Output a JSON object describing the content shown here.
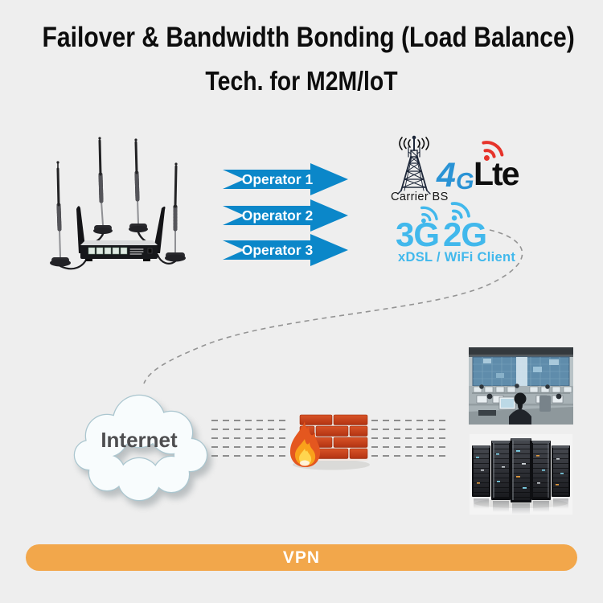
{
  "title": {
    "line1": "Failover & Bandwidth Bonding (Load Balance)",
    "line2": "Tech. for M2M/loT"
  },
  "operators": [
    {
      "label": "Operator 1"
    },
    {
      "label": "Operator 2"
    },
    {
      "label": "Operator 3"
    }
  ],
  "carrier": {
    "bs_label": "Carrier BS",
    "g4_big": "4",
    "g4_small": "G",
    "lte": "Lte",
    "g3": "3G",
    "g2": "2G",
    "client_label": "xDSL / WiFi Client"
  },
  "cloud": {
    "label": "Internet"
  },
  "vpn": {
    "label": "VPN"
  },
  "colors": {
    "background": "#eeeeee",
    "arrow_blue": "#0b87c9",
    "blue_4g": "#2a93d5",
    "light_blue": "#41b8ec",
    "signal_red": "#e6332a",
    "vpn_orange": "#f2a74b",
    "title_black": "#0d0d0d",
    "dash_gray": "#949494"
  }
}
